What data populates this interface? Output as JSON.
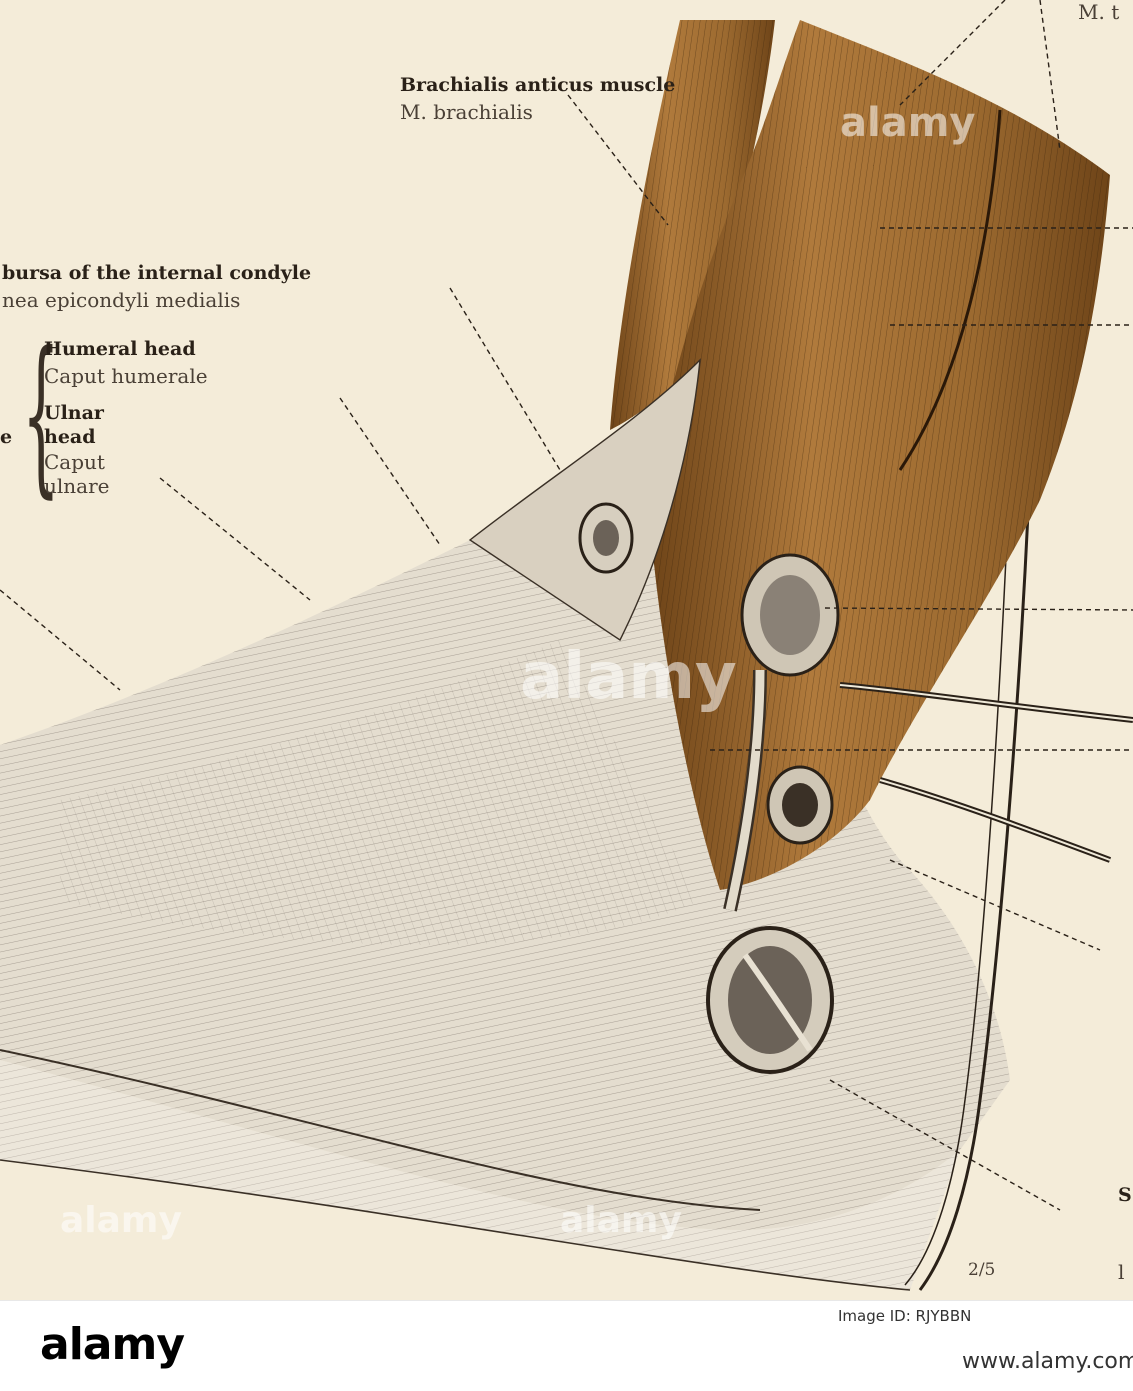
{
  "figure": {
    "scale_mark": "2/5",
    "labels": {
      "brachialis_bold": "Brachialis anticus muscle",
      "brachialis_latin": "M. brachialis",
      "bursa_bold": "bursa of the internal condyle",
      "bursa_latin": "nea epicondyli medialis",
      "humeral_head_bold": "Humeral head",
      "humeral_head_latin": "Caput humerale",
      "ulnar_head_bold_1": "Ulnar",
      "ulnar_head_bold_2": "head",
      "ulnar_head_latin_1": "Caput",
      "ulnar_head_latin_2": "ulnare",
      "left_fragment_e": "e",
      "top_right_fragment": "M. t",
      "right_fragment_s": "S",
      "right_fragment_l": "l"
    },
    "colors": {
      "plate_bg": "#f4ecd9",
      "muscle": "#a8743a",
      "muscle_dark": "#6e4418",
      "ink": "#2a2118"
    }
  },
  "watermark": {
    "word": "alamy"
  },
  "footer": {
    "logo": "alamy",
    "image_id": "Image ID: RJYBBN",
    "site": "www.alamy.com"
  }
}
